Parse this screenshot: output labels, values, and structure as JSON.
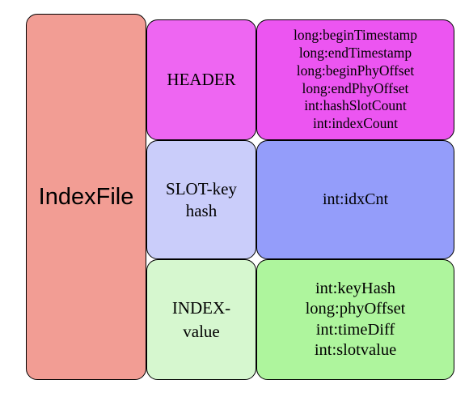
{
  "diagram": {
    "root": {
      "label": "IndexFile",
      "color": "#f29d94"
    },
    "sections": [
      {
        "label_lines": [
          "HEADER"
        ],
        "label_color": "#ee66f2",
        "fields": [
          "long:beginTimestamp",
          "long:endTimestamp",
          "long:beginPhyOffset",
          "long:endPhyOffset",
          "int:hashSlotCount",
          "int:indexCount"
        ],
        "fields_color": "#ec55f1"
      },
      {
        "label_lines": [
          "SLOT-key",
          "hash"
        ],
        "label_color": "#cacdfa",
        "fields": [
          "int:idxCnt"
        ],
        "fields_color": "#949dfa"
      },
      {
        "label_lines": [
          "INDEX-",
          "value"
        ],
        "label_color": "#d6f7cf",
        "fields": [
          "int:keyHash",
          "long:phyOffset",
          "int:timeDiff",
          "int:slotvalue"
        ],
        "fields_color": "#aef59d"
      }
    ]
  }
}
